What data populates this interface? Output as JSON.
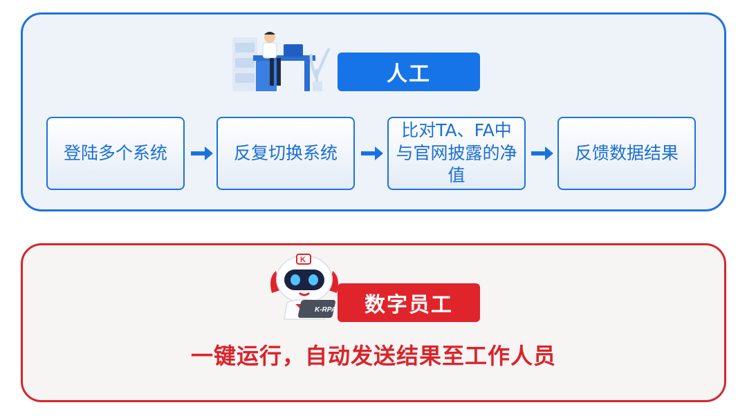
{
  "manual": {
    "tag": "人工",
    "steps": [
      "登陆多个系统",
      "反复切换系统",
      "比对TA、FA中与官网披露的净值",
      "反馈数据结果"
    ]
  },
  "digital": {
    "tag": "数字员工",
    "caption": "一键运行，自动发送结果至工作人员",
    "badge": "K-RPA"
  },
  "colors": {
    "blue": "#1a72e0",
    "red": "#d9242a"
  },
  "icons": {
    "manual": "office-worker-icon",
    "digital": "robot-mascot-icon"
  }
}
